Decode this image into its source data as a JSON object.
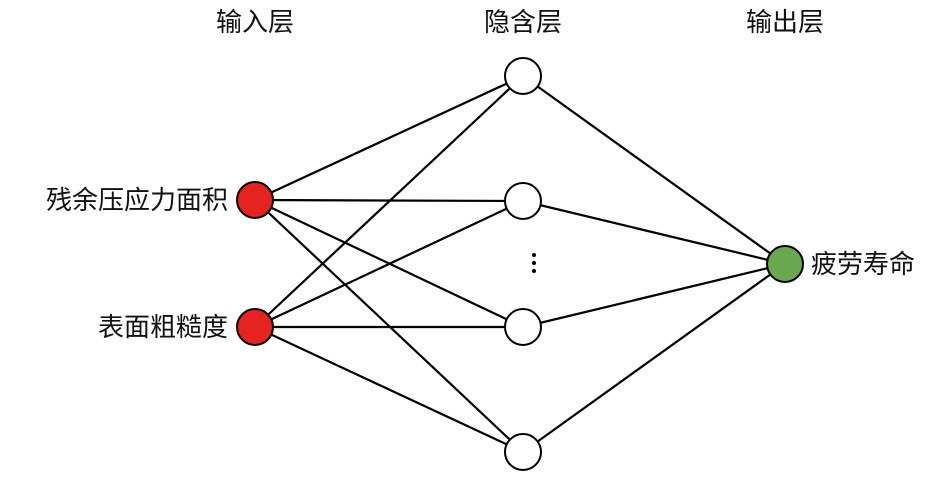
{
  "headers": {
    "input": "输入层",
    "hidden": "隐含层",
    "output": "输出层"
  },
  "inputs": [
    {
      "label": "残余压应力面积"
    },
    {
      "label": "表面粗糙度"
    }
  ],
  "output": {
    "label": "疲劳寿命"
  },
  "hidden_ellipsis": "⋮",
  "colors": {
    "input_node": "#e52421",
    "hidden_node": "#ffffff",
    "output_node": "#6aa84f",
    "edge": "#000000"
  }
}
